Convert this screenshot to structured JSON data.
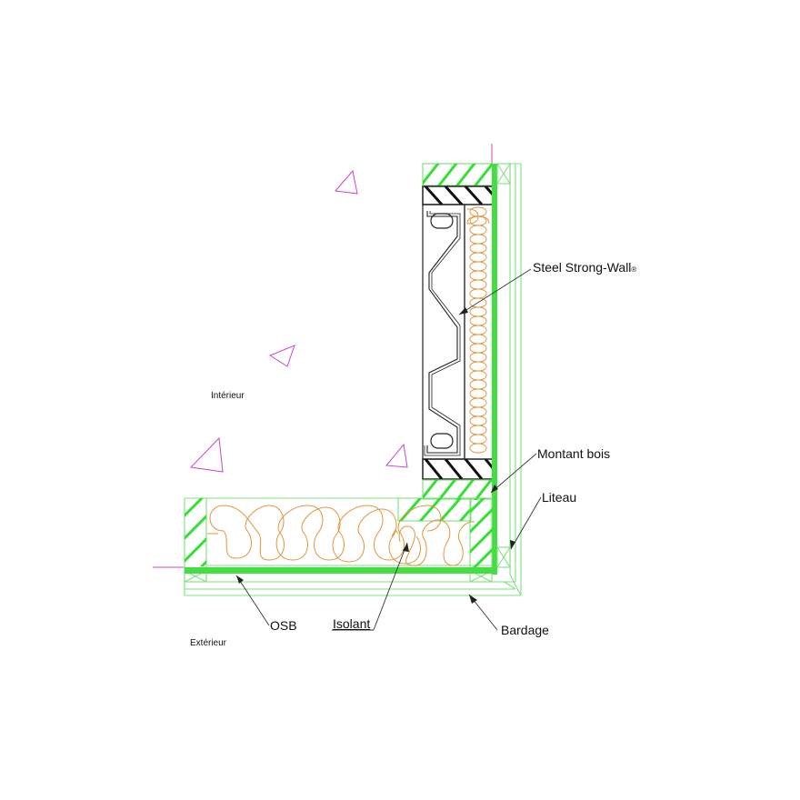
{
  "diagram": {
    "type": "construction-detail-section",
    "colors": {
      "wood_hatch": "#33e033",
      "outline_green": "#7fe07f",
      "osb": "#44dd44",
      "insulation": "#e0953a",
      "steel": "#222222",
      "marker": "#cc44cc",
      "leader": "#333333",
      "text": "#111111"
    },
    "zones": {
      "interior": "Intérieur",
      "exterior": "Extérieur"
    },
    "callouts": [
      {
        "id": "steel",
        "label": "Steel Strong-Wall",
        "suffix": "®"
      },
      {
        "id": "montant",
        "label": "Montant bois"
      },
      {
        "id": "liteau",
        "label": "Liteau"
      },
      {
        "id": "osb",
        "label": "OSB"
      },
      {
        "id": "isolant",
        "label": "Isolant"
      },
      {
        "id": "bardage",
        "label": "Bardage"
      }
    ]
  }
}
